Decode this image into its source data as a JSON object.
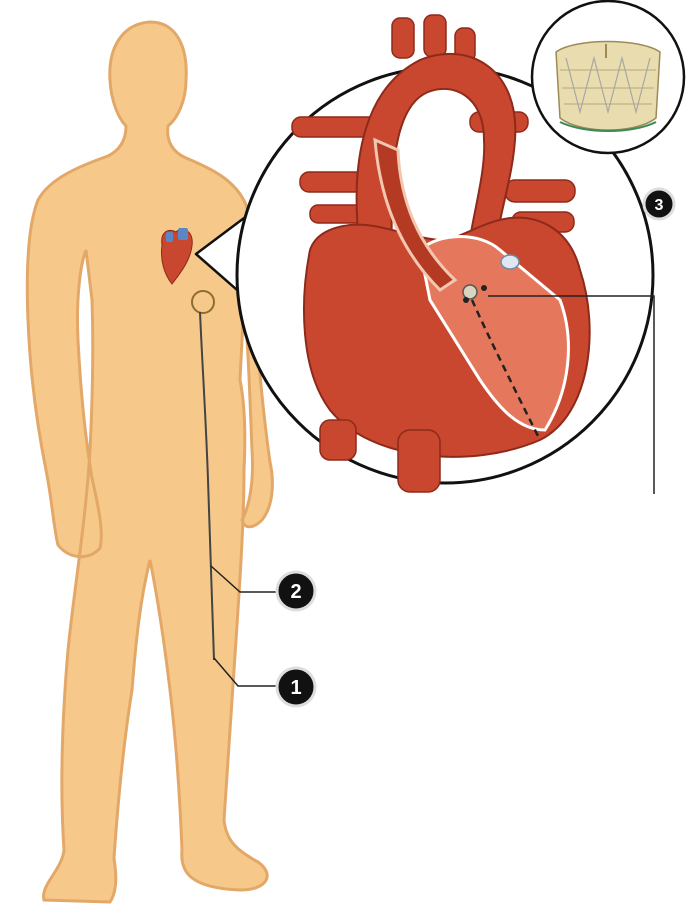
{
  "colors": {
    "background": "#ffffff",
    "body_fill": "#f6c98b",
    "body_edge": "#e3a868",
    "heart_main": "#c9472e",
    "heart_dark": "#8e2a1a",
    "heart_light": "#e5785c",
    "vessel_blue": "#5b86c8",
    "valve_frame": "#e9dcae",
    "leader_line": "#222222",
    "marker_fill": "#111111",
    "marker_ring": "#ffffff"
  },
  "markers": [
    {
      "label": "1"
    },
    {
      "label": "2"
    },
    {
      "label": "3"
    }
  ],
  "icons": {
    "body": "human-body-silhouette",
    "heart_small": "heart-icon",
    "heart_large": "heart-cutaway-illustration",
    "valve": "stent-valve-illustration",
    "catheter": "catheter-line"
  }
}
